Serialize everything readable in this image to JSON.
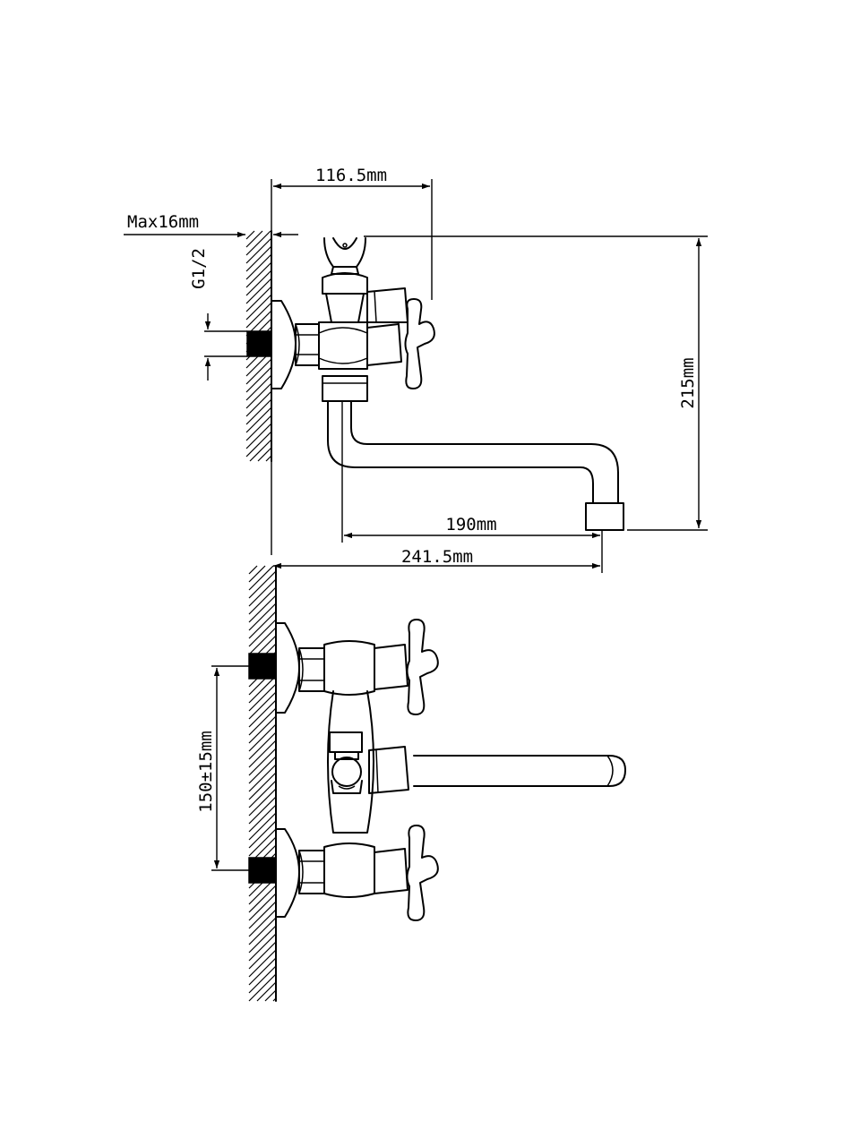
{
  "colors": {
    "line": "#000000",
    "background": "#ffffff"
  },
  "dimensions": {
    "width_top": "116.5mm",
    "wall_max": "Max16mm",
    "thread": "G1/2",
    "height": "215mm",
    "spout_reach": "190mm",
    "total_depth": "241.5mm",
    "inlet_spacing": "150±15mm"
  }
}
